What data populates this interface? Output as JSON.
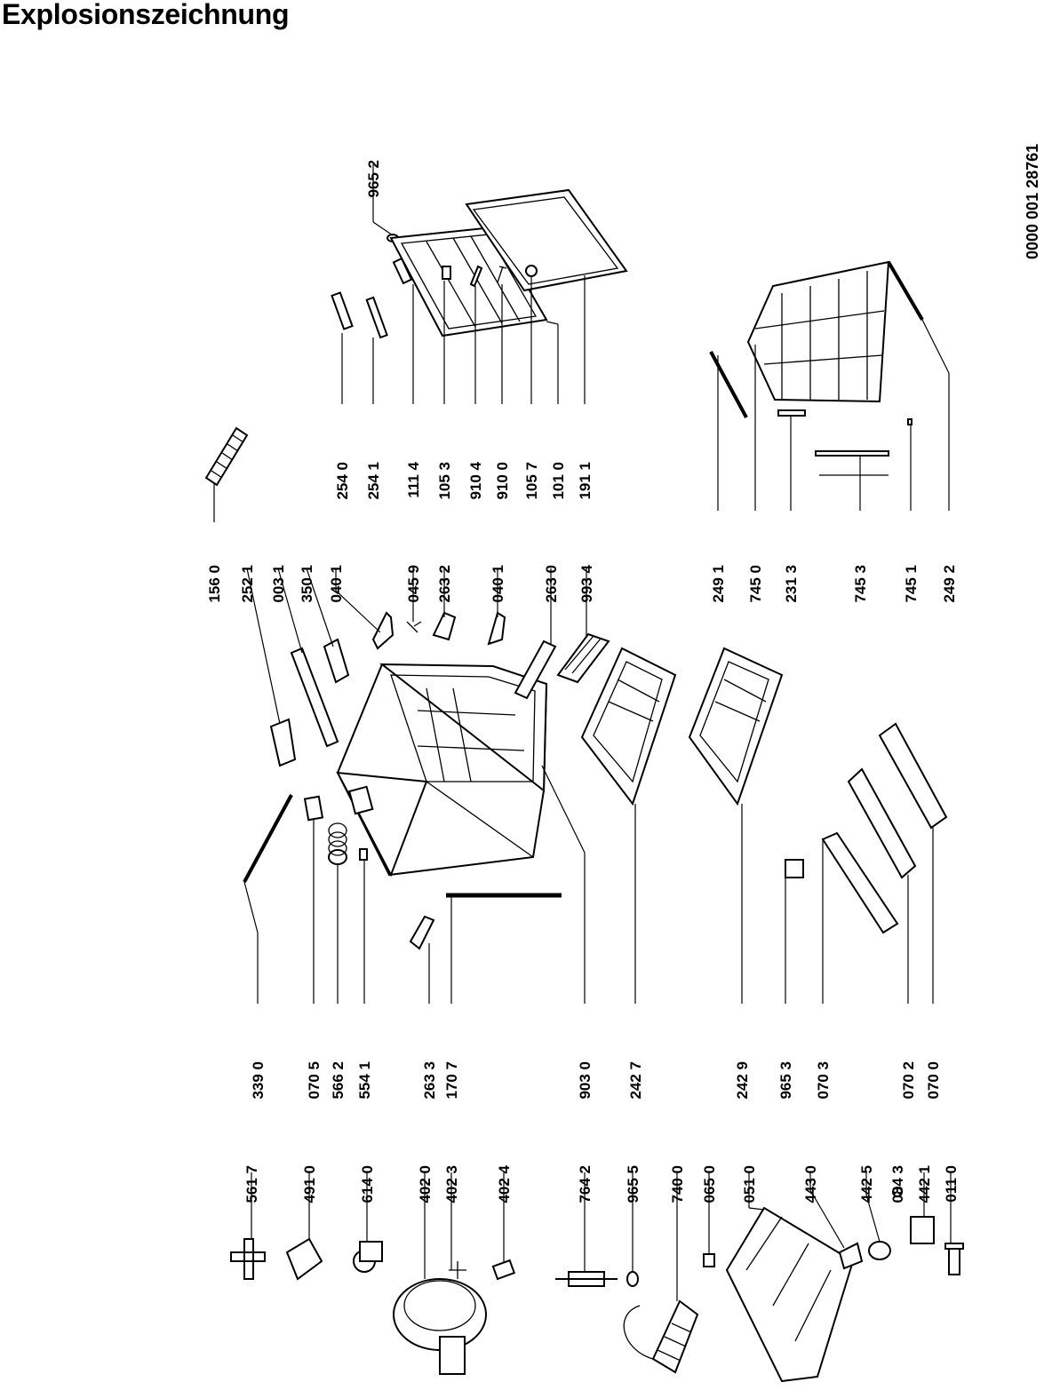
{
  "title": "Explosionszeichnung",
  "document_id": "0000 001 28761",
  "labels": [
    "965 2",
    "254 0",
    "254 1",
    "111 4",
    "105 3",
    "910 4",
    "910 0",
    "105 7",
    "101 0",
    "191 1",
    "156 0",
    "252 1",
    "003 1",
    "350 1",
    "040 1",
    "045 9",
    "263 2",
    "040 1",
    "263 0",
    "993 4",
    "249 1",
    "745 0",
    "231 3",
    "745 3",
    "745 1",
    "249 2",
    "339 0",
    "070 5",
    "566 2",
    "554 1",
    "263 3",
    "170 7",
    "903 0",
    "242 7",
    "242 9",
    "965 3",
    "070 3",
    "070 2",
    "070 0",
    "561 7",
    "491 0",
    "614 0",
    "402 0",
    "402 3",
    "402 4",
    "764 2",
    "965 5",
    "740 0",
    "065 0",
    "051 0",
    "443 0",
    "442 5",
    "084 3",
    "442 1",
    "011 0"
  ]
}
